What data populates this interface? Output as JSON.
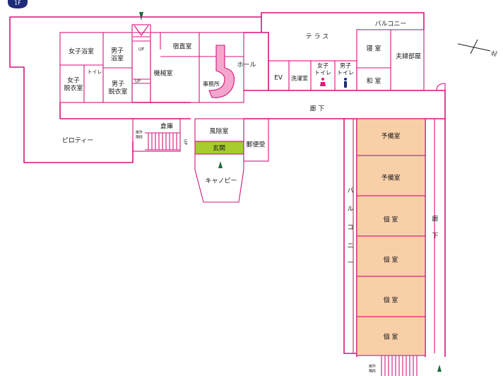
{
  "floor_badge": "1F",
  "labels": {
    "womens_bath": "女子浴室",
    "mens_bath_1": "男子",
    "mens_bath_2": "浴室",
    "womens_dressing_1": "女子",
    "womens_dressing_2": "脱衣室",
    "toilet_small": "トイレ",
    "mens_dressing_1": "男子",
    "mens_dressing_2": "脱衣室",
    "up_1": "UP",
    "up_2": "UP",
    "up_3": "UP",
    "machine_room": "機械室",
    "night_duty": "宿直室",
    "office": "事務所",
    "hall": "ホール",
    "terrace": "テ ラ ス",
    "balcony_top": "バルコニー",
    "bedroom": "寝 室",
    "couple_room": "夫婦部屋",
    "japanese_room": "和 室",
    "ev": "EV",
    "laundry": "洗濯室",
    "womens_toilet_1": "女子",
    "womens_toilet_2": "トイレ",
    "mens_toilet_1": "男子",
    "mens_toilet_2": "トイレ",
    "corridor_h": "廊 下",
    "storage": "倉庫",
    "wind_room": "風除室",
    "entrance": "玄関",
    "mail": "郵便受",
    "outdoor_stair_1": "屋外",
    "outdoor_stair_2": "階段",
    "outdoor_stair_3": "屋外",
    "outdoor_stair_4": "階段",
    "piloti": "ピロティー",
    "canopy": "キャノピー",
    "spare_1": "予備室",
    "spare_2": "予備室",
    "private_1": "個 室",
    "private_2": "個 室",
    "private_3": "個 室",
    "private_4": "個 室",
    "balcony_v": [
      "バ",
      "ル",
      "コ",
      "ニ",
      "ー"
    ],
    "corridor_v_1": "廊",
    "corridor_v_2": "下",
    "north": "北"
  },
  "colors": {
    "wall": "#d6147c",
    "room_fill": "#f9cfa8",
    "entrance_fill": "#a6cc2e",
    "stair_pink": "#f4a6cc",
    "badge": "#1f2a7a",
    "arrow": "#1a6b3a",
    "womens_icon": "#e0197d",
    "mens_icon": "#1f2a7a"
  }
}
